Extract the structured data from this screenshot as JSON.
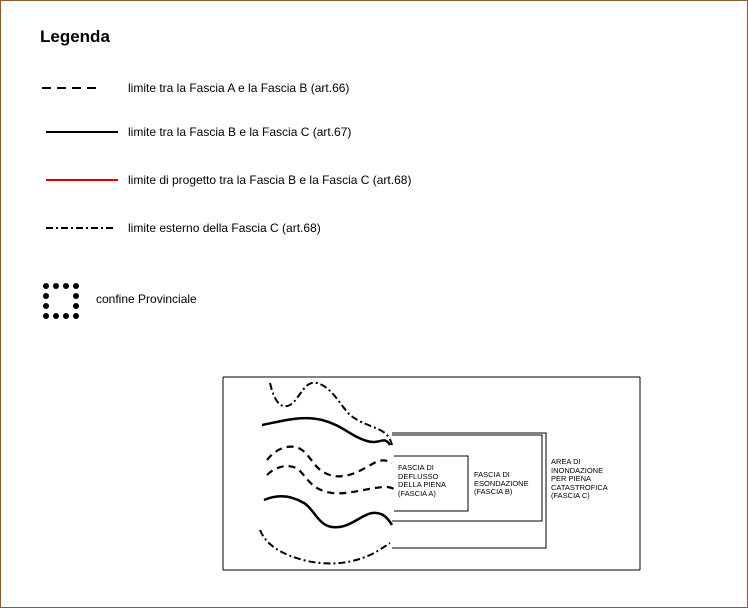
{
  "legend": {
    "title": "Legenda",
    "items": [
      {
        "line_style": "dashed",
        "color": "#000000",
        "label": "limite tra la Fascia A e la Fascia B (art.66)"
      },
      {
        "line_style": "solid",
        "color": "#000000",
        "label": "limite tra la Fascia B e la Fascia C (art.67)"
      },
      {
        "line_style": "solid",
        "color": "#e00000",
        "label": "limite  di progetto tra la Fascia B e la Fascia C (art.68)"
      },
      {
        "line_style": "dash-dot",
        "color": "#000000",
        "label": "limite esterno della Fascia C (art.68)"
      }
    ],
    "province": {
      "line_style": "dotted-box",
      "label": "confine Provinciale"
    }
  },
  "diagram": {
    "fascia_a": "FASCIA DI\nDEFLUSSO\nDELLA PIENA\n(FASCIA A)",
    "fascia_b": "FASCIA DI\nESONDAZIONE\n(FASCIA B)",
    "fascia_c": "AREA DI\nINONDAZIONE\nPER PIENA\nCATASTROFICA\n(FASCIA C)"
  }
}
